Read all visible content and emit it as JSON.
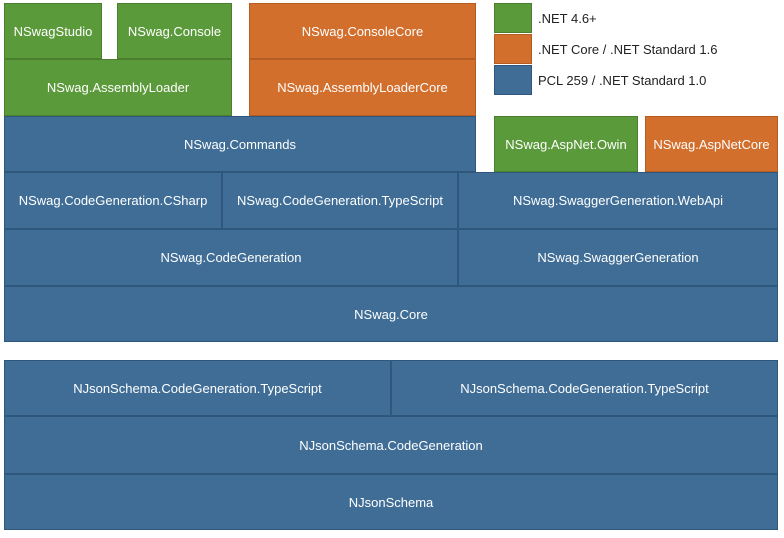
{
  "colors": {
    "green": "#5b9a3a",
    "orange": "#d36f2d",
    "blue": "#3f6d96"
  },
  "legend": [
    {
      "label": ".NET 4.6+",
      "color": "green"
    },
    {
      "label": ".NET Core / .NET Standard 1.6",
      "color": "orange"
    },
    {
      "label": "PCL 259 / .NET Standard 1.0",
      "color": "blue"
    }
  ],
  "nswag": {
    "studio": "NSwagStudio",
    "console": "NSwag.Console",
    "console_core": "NSwag.ConsoleCore",
    "assembly_loader": "NSwag.AssemblyLoader",
    "assembly_loader_core": "NSwag.AssemblyLoaderCore",
    "commands": "NSwag.Commands",
    "aspnet_owin": "NSwag.AspNet.Owin",
    "aspnetcore": "NSwag.AspNetCore",
    "codegen_csharp": "NSwag.CodeGeneration.CSharp",
    "codegen_typescript": "NSwag.CodeGeneration.TypeScript",
    "swaggergen_webapi": "NSwag.SwaggerGeneration.WebApi",
    "codegen": "NSwag.CodeGeneration",
    "swaggergen": "NSwag.SwaggerGeneration",
    "core": "NSwag.Core"
  },
  "njsonschema": {
    "codegen_typescript_left": "NJsonSchema.CodeGeneration.TypeScript",
    "codegen_typescript_right": "NJsonSchema.CodeGeneration.TypeScript",
    "codegen": "NJsonSchema.CodeGeneration",
    "schema": "NJsonSchema"
  }
}
